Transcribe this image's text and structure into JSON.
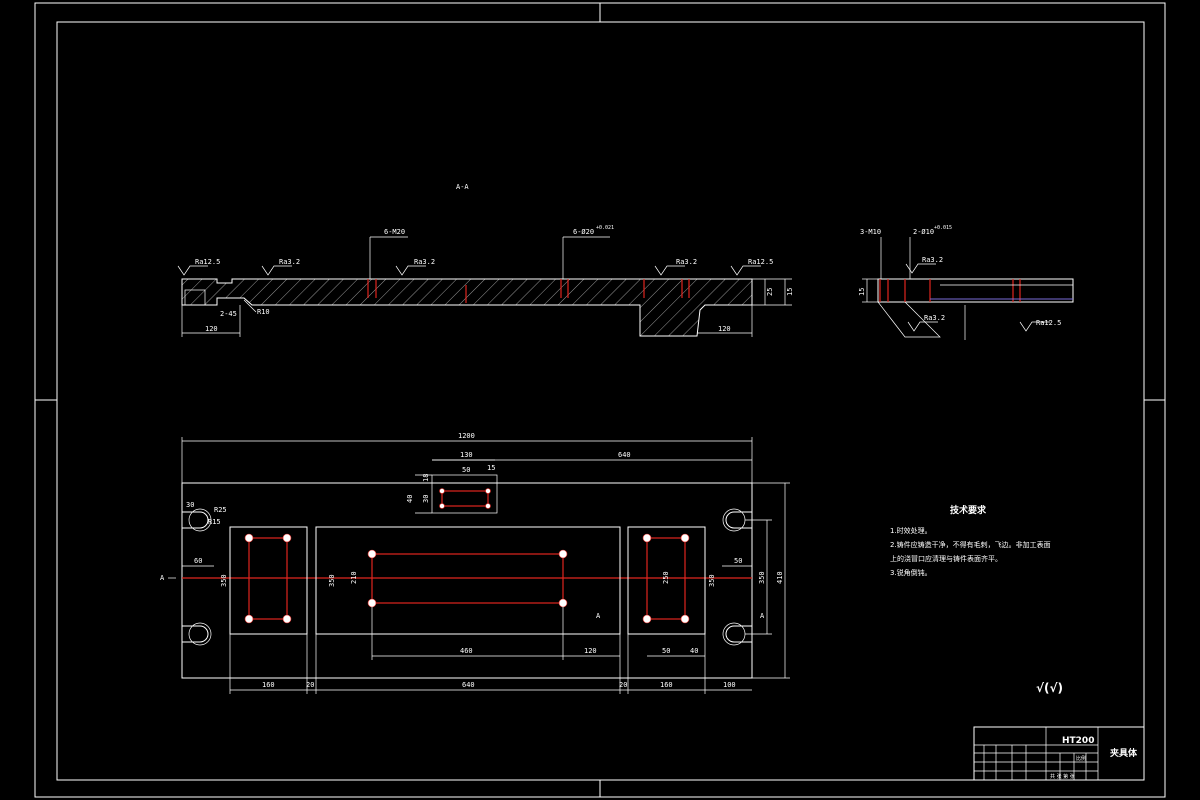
{
  "section_view": {
    "title": "A-A",
    "roughness_1": "Ra12.5",
    "roughness_2": "Ra3.2",
    "roughness_3": "Ra3.2",
    "roughness_4": "Ra3.2",
    "roughness_5": "Ra12.5",
    "hole_callout_1": "6-M20",
    "hole_callout_2": "6-Ø20",
    "tolerance": "+0.021",
    "dim_left_120": "120",
    "dim_right_120": "120",
    "dim_2x45": "2-45",
    "dim_r10": "R10",
    "dim_height_1": "25",
    "dim_height_2": "15"
  },
  "side_view": {
    "hole_callout_1": "3-M10",
    "hole_callout_2": "2-Ø10",
    "tolerance": "+0.015",
    "roughness_1": "Ra3.2",
    "roughness_2": "Ra3.2",
    "roughness_3": "Ra12.5",
    "dim_height": "15"
  },
  "plan_view": {
    "dim_total_width": "1200",
    "dim_130": "130",
    "dim_640_top": "640",
    "dim_50": "50",
    "dim_15": "15",
    "dim_18": "18",
    "dim_40": "40",
    "dim_30": "30",
    "dim_r25": "R25",
    "dim_r15": "R15",
    "dim_30_left": "30",
    "dim_60": "60",
    "dim_50_right": "50",
    "dim_350_left": "350",
    "dim_350_mid": "350",
    "dim_350_right": "350",
    "dim_250": "250",
    "dim_210": "210",
    "dim_350_outer": "350",
    "dim_410": "410",
    "dim_460": "460",
    "dim_120": "120",
    "dim_50_bottom": "50",
    "dim_40_bottom": "40",
    "dim_160_left": "160",
    "dim_20_left": "20",
    "dim_640": "640",
    "dim_20_right": "20",
    "dim_160_right": "160",
    "dim_100": "100",
    "section_marker": "A"
  },
  "tech_requirements": {
    "heading": "技术要求",
    "item_1": "1.时效处理。",
    "item_2": "2.铸件应铸造干净，不得有毛刺，飞边。非加工表面",
    "item_2b": "上的浇冒口应清理与铸件表面齐平。",
    "item_3": "3.锐角倒钝。"
  },
  "general_roughness": "√(√)",
  "title_block": {
    "material": "HT200",
    "part_name": "夹具体",
    "scale_label": "比例",
    "sheet_label": "共 张 第 张"
  }
}
